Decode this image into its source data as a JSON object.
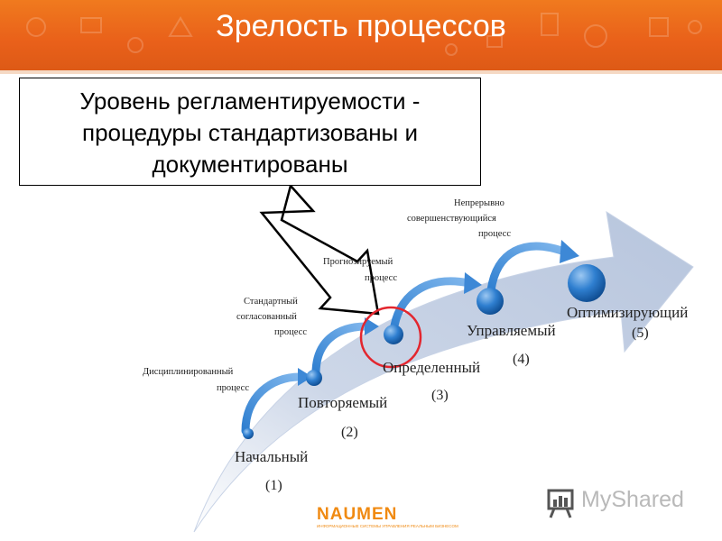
{
  "slide": {
    "title": "Зрелость процессов",
    "callout": {
      "line1": "Уровень регламентируемости -",
      "line2": "процедуры стандартизованы и",
      "line3": "документированы"
    },
    "stages": [
      {
        "name": "Начальный",
        "number": "(1)"
      },
      {
        "name": "Повторяемый",
        "number": "(2)"
      },
      {
        "name": "Определенный",
        "number": "(3)"
      },
      {
        "name": "Управляемый",
        "number": "(4)"
      },
      {
        "name": "Оптимизирующий",
        "number": "(5)"
      }
    ],
    "processes": [
      {
        "line1": "Дисциплинированный",
        "line2": "процесс"
      },
      {
        "line1": "Стандартный",
        "line2": "согласованный",
        "line3": "процесс"
      },
      {
        "line1": "Прогнозируемый",
        "line2": "процесс"
      },
      {
        "line1": "Непрерывно",
        "line2": "совершенствующийся",
        "line3": "процесс"
      }
    ],
    "highlight_color": "#e3262e",
    "accent_color": "#e9601a",
    "logos": {
      "naumen": "NAUMEN",
      "naumen_sub": "ИНФОРМАЦИОННЫЕ СИСТЕМЫ УПРАВЛЕНИЯ РЕАЛЬНЫМ БИЗНЕСОМ",
      "myshared": "MyShared"
    }
  }
}
